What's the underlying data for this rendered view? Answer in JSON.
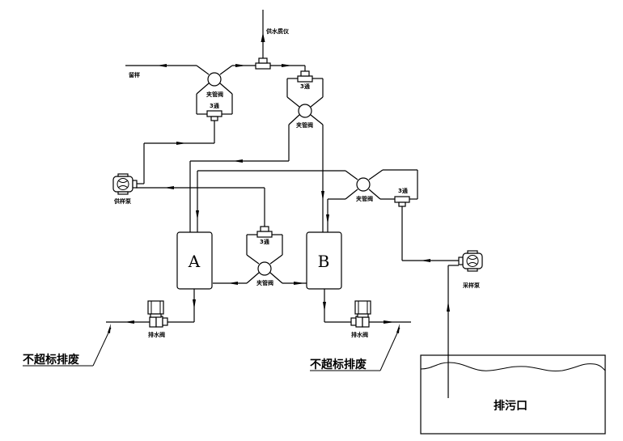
{
  "diagram": {
    "labels": {
      "supply_quality_meter": "供水质仪",
      "retain_sample": "留样",
      "pinch_valve": "夹管阀",
      "three_way": "3通",
      "supply_pump": "供样泵",
      "sampling_pump": "采样泵",
      "drain_valve": "排水阀",
      "tank_a": "A",
      "tank_b": "B",
      "discharge_not_exceed": "不超标排废",
      "sewage_outlet": "排污口"
    }
  }
}
